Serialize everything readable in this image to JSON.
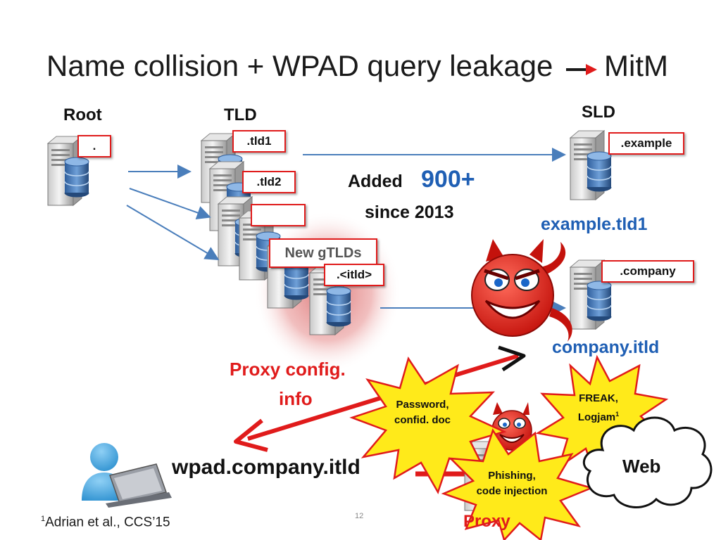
{
  "slide": {
    "title_left": "Name collision + WPAD query leakage",
    "title_right": "MitM",
    "page_number": "12",
    "footnote_mark": "1",
    "footnote_text": "Adrian et al., CCS’15"
  },
  "columns": {
    "root": "Root",
    "tld": "TLD",
    "sld": "SLD"
  },
  "labels": {
    "root_dot": ".",
    "tld1": ".tld1",
    "tld2": ".tld2",
    "tld3": "",
    "new_gtlds": "New gTLDs",
    "itld": ".<itld>",
    "example": ".example",
    "company": ".company"
  },
  "added": {
    "prefix": "Added",
    "count": "900+",
    "since": "since 2013"
  },
  "domains": {
    "example": "example.tld1",
    "company": "company.itld",
    "wpad": "wpad.company.itld"
  },
  "proxy": {
    "line1": "Proxy config.",
    "line2": "info",
    "partial": "Proxy"
  },
  "bursts": {
    "password": [
      "Password,",
      "confid. doc"
    ],
    "freak": [
      "FREAK,",
      "Logjam"
    ],
    "freak_sup": "1",
    "phishing": [
      "Phishing,",
      "code injection"
    ]
  },
  "cloud": {
    "label": "Web"
  },
  "colors": {
    "accent_red": "#e01b1b",
    "accent_blue": "#1f5fb4",
    "arrow_blue": "#4a7ebb"
  }
}
